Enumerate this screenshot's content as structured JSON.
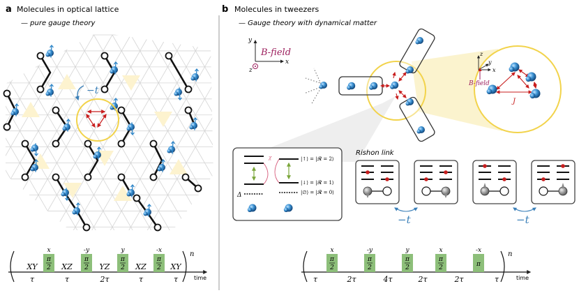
{
  "panel_a": {
    "label": "a",
    "title": "Molecules in optical lattice",
    "subtitle": "— pure gauge theory",
    "hop_label": "−t",
    "sequence": {
      "ops": [
        "XY",
        "XZ",
        "YZ",
        "XZ",
        "XY"
      ],
      "pulse_axes": [
        "x",
        "-y",
        "y",
        "-x"
      ],
      "pulse_num": "π",
      "pulse_den": "2",
      "durations": [
        "τ",
        "τ",
        "2τ",
        "τ",
        "τ"
      ],
      "power": "n",
      "time_label": "time"
    }
  },
  "panel_b": {
    "label": "b",
    "title": "Molecules in tweezers",
    "subtitle": "— Gauge theory with dynamical matter",
    "bfield_label": "B-field",
    "axes": {
      "x": "x",
      "y": "y",
      "z": "z"
    },
    "inset": {
      "z": "z",
      "y": "y",
      "x": "x",
      "bfield": "B-field",
      "J": "J"
    },
    "levels": {
      "chi": "χ",
      "delta": "Δ",
      "state_up": "|↑⟩ = |𝓡 = 2⟩",
      "state_down": "|↓⟩ = |𝓡 = 1⟩",
      "state_empty": "|∅⟩ = |𝓡 = 0⟩"
    },
    "rishon_title": "Rishon link",
    "hop_labels": [
      "−t",
      "−t"
    ],
    "sequence": {
      "pulse_labels": [
        {
          "axis": "x",
          "num": "π",
          "den": "2"
        },
        {
          "axis": "-y",
          "num": "π",
          "den": "2"
        },
        {
          "axis": "y",
          "num": "π",
          "den": "2"
        },
        {
          "axis": "x",
          "num": "π",
          "den": "2"
        },
        {
          "axis": "-x",
          "num": "π",
          "den": ""
        }
      ],
      "durations": [
        "τ",
        "2τ",
        "4τ",
        "2τ",
        "2τ",
        "τ"
      ],
      "power": "n",
      "time_label": "time"
    }
  },
  "colors": {
    "pulse": "#8dbf7a",
    "yellow": "#f2d34b",
    "triangle_fill": "#fdf3cf",
    "arrow_red": "#c81e1e",
    "green_arrow": "#7aa63a",
    "bfield": "#9c1f5d",
    "molecule_blue": "#2f86c8",
    "hop_blue": "#3a7fb8",
    "lattice": "#d4d4d4"
  }
}
